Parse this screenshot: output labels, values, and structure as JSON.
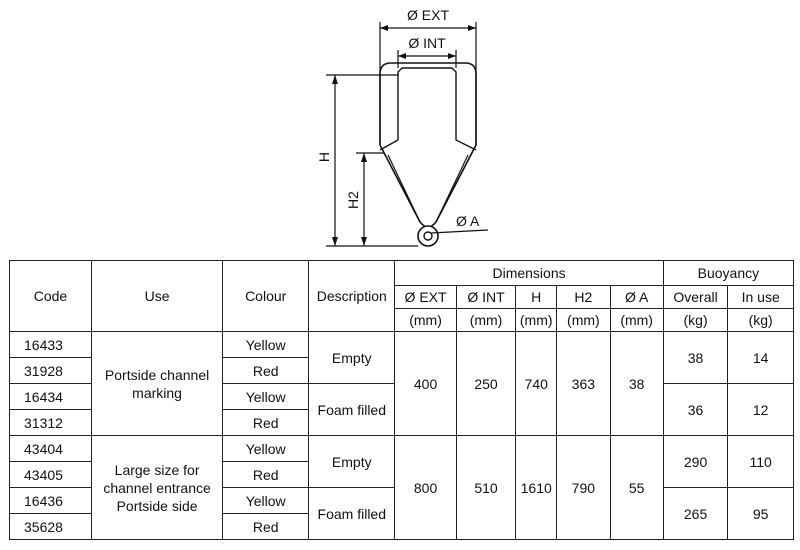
{
  "diagram": {
    "labels": {
      "ext": "Ø EXT",
      "int": "Ø INT",
      "h": "H",
      "h2": "H2",
      "a": "Ø A"
    }
  },
  "table": {
    "headers": {
      "code": "Code",
      "use": "Use",
      "colour": "Colour",
      "description": "Description",
      "dimensions": "Dimensions",
      "buoyancy": "Buoyancy",
      "dims": [
        {
          "name": "Ø EXT",
          "unit": "(mm)"
        },
        {
          "name": "Ø INT",
          "unit": "(mm)"
        },
        {
          "name": "H",
          "unit": "(mm)"
        },
        {
          "name": "H2",
          "unit": "(mm)"
        },
        {
          "name": "Ø A",
          "unit": "(mm)"
        }
      ],
      "buoy": [
        {
          "name": "Overall",
          "unit": "(kg)"
        },
        {
          "name": "In use",
          "unit": "(kg)"
        }
      ]
    },
    "groups": [
      {
        "use_lines": [
          "Portside channel",
          "marking"
        ],
        "dims": [
          "400",
          "250",
          "740",
          "363",
          "38"
        ],
        "subgroups": [
          {
            "description": "Empty",
            "overall": "38",
            "in_use": "14",
            "rows": [
              {
                "code": "16433",
                "colour": "Yellow"
              },
              {
                "code": "31928",
                "colour": "Red"
              }
            ]
          },
          {
            "description": "Foam filled",
            "overall": "36",
            "in_use": "12",
            "rows": [
              {
                "code": "16434",
                "colour": "Yellow"
              },
              {
                "code": "31312",
                "colour": "Red"
              }
            ]
          }
        ]
      },
      {
        "use_lines": [
          "Large size for",
          "channel entrance",
          "Portside side"
        ],
        "dims": [
          "800",
          "510",
          "1610",
          "790",
          "55"
        ],
        "subgroups": [
          {
            "description": "Empty",
            "overall": "290",
            "in_use": "110",
            "rows": [
              {
                "code": "43404",
                "colour": "Yellow"
              },
              {
                "code": "43405",
                "colour": "Red"
              }
            ]
          },
          {
            "description": "Foam filled",
            "overall": "265",
            "in_use": "95",
            "rows": [
              {
                "code": "16436",
                "colour": "Yellow"
              },
              {
                "code": "35628",
                "colour": "Red"
              }
            ]
          }
        ]
      }
    ]
  }
}
